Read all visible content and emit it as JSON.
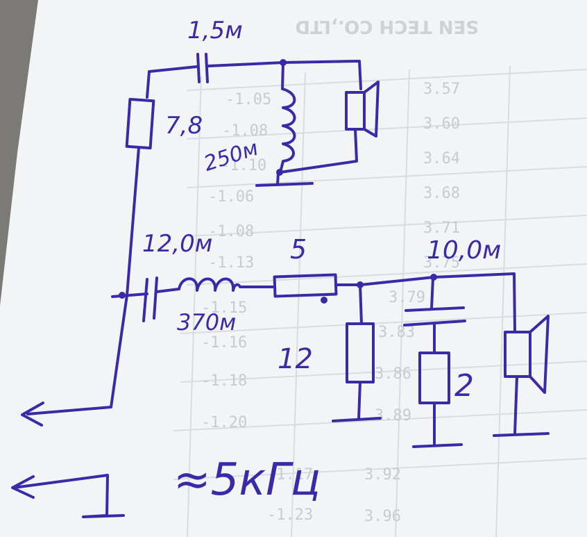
{
  "labels": {
    "c_top": "1,5м",
    "r_top": "7,8",
    "l_top": "250м",
    "c_bottom": "12,0м",
    "l_bottom": "370м",
    "r_series": "5",
    "c_right": "10,0м",
    "r_shunt": "12",
    "r_cap": "2",
    "freq": "≈5кГц"
  },
  "ghost": {
    "header": "SEN TECH CO.,LTD",
    "col1": [
      "3.57",
      "3.60",
      "3.64",
      "3.68",
      "3.71",
      "3.75",
      "3.79",
      "3.83",
      "3.86",
      "3.89",
      "3.92",
      "3.96"
    ],
    "col2": [
      "-1.05",
      "-1.08",
      "-1.10",
      "-1.06",
      "-1.08",
      "-1.13",
      "-1.15",
      "-1.16",
      "-1.18",
      "-1.20",
      "-1.17",
      "-1.23"
    ]
  },
  "colors": {
    "ink": "#3b2aa8",
    "paper": "#f3f4f6",
    "background": "#7c7a76"
  }
}
